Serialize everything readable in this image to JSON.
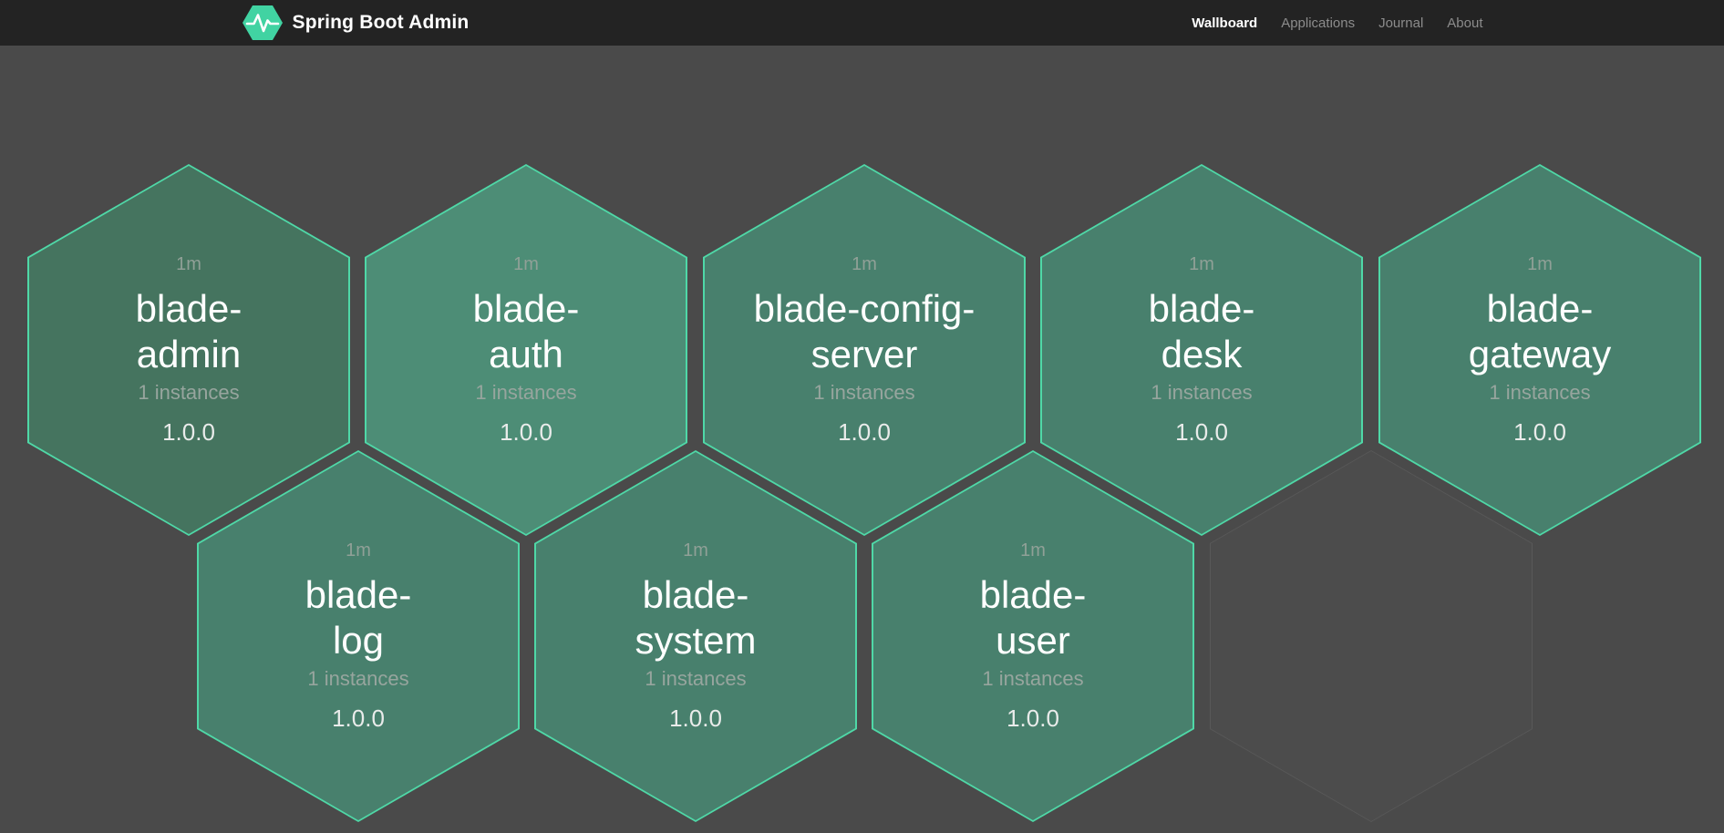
{
  "header": {
    "brand": "Spring Boot Admin",
    "nav": [
      {
        "label": "Wallboard"
      },
      {
        "label": "Applications"
      },
      {
        "label": "Journal"
      },
      {
        "label": "About"
      }
    ]
  },
  "colors": {
    "page_bg": "#4a4a4a",
    "header_bg": "#232323",
    "logo_green": "#41d3a2",
    "hex_border": "#4fd8a7",
    "empty_hex_border": "#585858",
    "empty_hex_fill": "#4c4c4c"
  },
  "wallboard": {
    "tiles": [
      {
        "name": "blade-admin",
        "name_line1": "blade-",
        "name_line2": "admin",
        "uptime": "1m",
        "instances": "1 instances",
        "version": "1.0.0",
        "fill": "#45745f"
      },
      {
        "name": "blade-auth",
        "name_line1": "blade-",
        "name_line2": "auth",
        "uptime": "1m",
        "instances": "1 instances",
        "version": "1.0.0",
        "fill": "#4d8d76"
      },
      {
        "name": "blade-config-server",
        "name_line1": "blade-config-",
        "name_line2": "server",
        "uptime": "1m",
        "instances": "1 instances",
        "version": "1.0.0",
        "fill": "#48806d"
      },
      {
        "name": "blade-desk",
        "name_line1": "blade-",
        "name_line2": "desk",
        "uptime": "1m",
        "instances": "1 instances",
        "version": "1.0.0",
        "fill": "#48806d"
      },
      {
        "name": "blade-gateway",
        "name_line1": "blade-",
        "name_line2": "gateway",
        "uptime": "1m",
        "instances": "1 instances",
        "version": "1.0.0",
        "fill": "#48806d"
      },
      {
        "name": "blade-log",
        "name_line1": "blade-",
        "name_line2": "log",
        "uptime": "1m",
        "instances": "1 instances",
        "version": "1.0.0",
        "fill": "#48806d"
      },
      {
        "name": "blade-system",
        "name_line1": "blade-",
        "name_line2": "system",
        "uptime": "1m",
        "instances": "1 instances",
        "version": "1.0.0",
        "fill": "#48806d"
      },
      {
        "name": "blade-user",
        "name_line1": "blade-",
        "name_line2": "user",
        "uptime": "1m",
        "instances": "1 instances",
        "version": "1.0.0",
        "fill": "#48806d"
      }
    ]
  }
}
